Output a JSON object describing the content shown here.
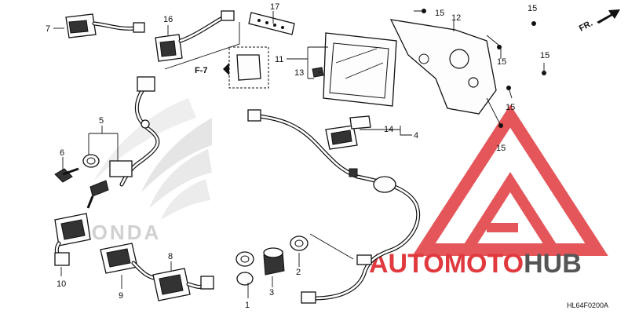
{
  "diagram": {
    "fr_label": "FR.",
    "ref_label": "F-7",
    "drawing_code": "HL64F0200A",
    "callouts": {
      "c1": "1",
      "c2": "2",
      "c3": "3",
      "c4": "4",
      "c5": "5",
      "c6": "6",
      "c7": "7",
      "c8": "8",
      "c9": "9",
      "c10": "10",
      "c11": "11",
      "c12": "12",
      "c13": "13",
      "c14": "14",
      "c15a": "15",
      "c15b": "15",
      "c15c": "15",
      "c15d": "15",
      "c15e": "15",
      "c15f": "15",
      "c16": "16",
      "c17": "17"
    }
  },
  "watermarks": {
    "brand": "HONDA",
    "site_auto": "AUTO",
    "site_moto": "MOTO",
    "site_hub": "HUB"
  },
  "colors": {
    "line": "#111111",
    "watermark_red": "#e0393e",
    "watermark_gray": "#555555",
    "honda_gray": "#bdbdbd"
  }
}
